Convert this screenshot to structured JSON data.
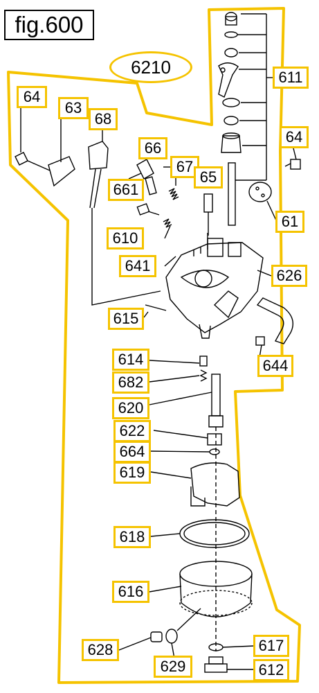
{
  "figure_label": "fig.600",
  "assembly_number": "6210",
  "colors": {
    "highlight": "#f5c300",
    "line": "#000000"
  },
  "callouts": [
    {
      "id": "c-611",
      "text": "611"
    },
    {
      "id": "c-64a",
      "text": "64"
    },
    {
      "id": "c-63",
      "text": "63"
    },
    {
      "id": "c-68",
      "text": "68"
    },
    {
      "id": "c-64b",
      "text": "64"
    },
    {
      "id": "c-66",
      "text": "66"
    },
    {
      "id": "c-67",
      "text": "67"
    },
    {
      "id": "c-65",
      "text": "65"
    },
    {
      "id": "c-661",
      "text": "661"
    },
    {
      "id": "c-61",
      "text": "61"
    },
    {
      "id": "c-610",
      "text": "610"
    },
    {
      "id": "c-641",
      "text": "641"
    },
    {
      "id": "c-626",
      "text": "626"
    },
    {
      "id": "c-615",
      "text": "615"
    },
    {
      "id": "c-614",
      "text": "614"
    },
    {
      "id": "c-644",
      "text": "644"
    },
    {
      "id": "c-682",
      "text": "682"
    },
    {
      "id": "c-620",
      "text": "620"
    },
    {
      "id": "c-622",
      "text": "622"
    },
    {
      "id": "c-664",
      "text": "664"
    },
    {
      "id": "c-619",
      "text": "619"
    },
    {
      "id": "c-618",
      "text": "618"
    },
    {
      "id": "c-616",
      "text": "616"
    },
    {
      "id": "c-617",
      "text": "617"
    },
    {
      "id": "c-628",
      "text": "628"
    },
    {
      "id": "c-629",
      "text": "629"
    },
    {
      "id": "c-612",
      "text": "612"
    }
  ]
}
